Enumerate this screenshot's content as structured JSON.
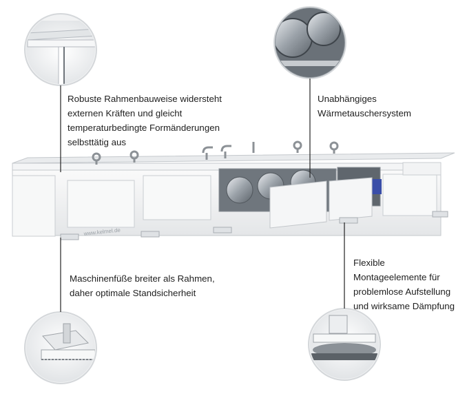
{
  "brand_text": "www.kelmel.de",
  "annotations": {
    "frame": {
      "lines": [
        "Robuste Rahmenbauweise widersteht",
        "externen Kräften und gleicht",
        "temperaturbedingte Formänderungen",
        "selbsttätig aus"
      ]
    },
    "heat_exchanger": {
      "lines": [
        "Unabhängiges",
        "Wärmetauschersystem"
      ]
    },
    "feet": {
      "lines": [
        "Maschinenfüße breiter als Rahmen,",
        "daher optimale Standsicherheit"
      ]
    },
    "mounting": {
      "lines": [
        "Flexible",
        "Montageelemente für",
        "problemlose Aufstellung",
        "und wirksame Dämpfung"
      ]
    }
  },
  "colors": {
    "line": "#222222",
    "panel": "#f2f3f4",
    "edge": "#b9bec3",
    "accent": "#3a4ea8"
  }
}
